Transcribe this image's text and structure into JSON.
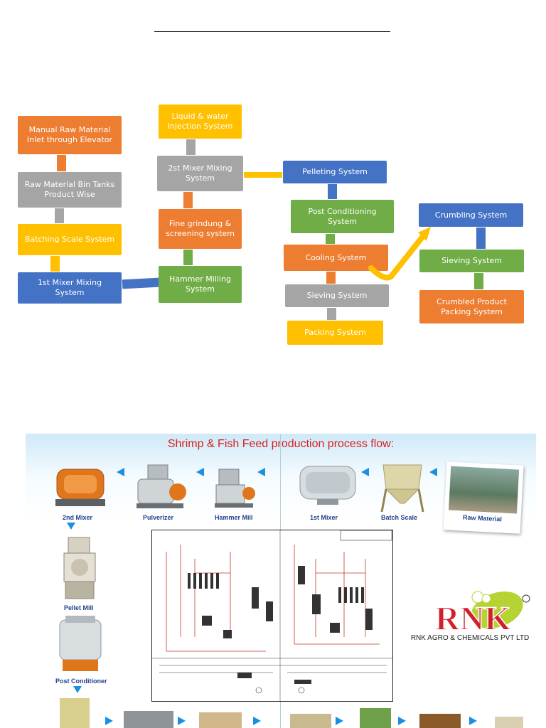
{
  "flow": {
    "manual_raw": "Manual Raw Material Inlet through Elevator",
    "raw_bin": "Raw Material Bin Tanks Product Wise",
    "batching": "Batching Scale System",
    "mixer1": "1st Mixer Mixing System",
    "liquid": "Liquid & water Injection System",
    "mixer2": "2st Mixer Mixing System",
    "fine_grinding": "Fine grindung & screening system",
    "hammer": "Hammer Milling System",
    "pelleting": "Pelleting System",
    "post_cond": "Post Conditioning System",
    "cooling": "Cooling System",
    "sieving1": "Sieving System",
    "packing": "Packing System",
    "crumbling": "Crumbling System",
    "sieving2": "Sieving System",
    "crumbled_pack": "Crumbled Product Packing System"
  },
  "infographic": {
    "title": "Shrimp & Fish Feed production process flow:",
    "labels": {
      "mixer2": "2nd Mixer",
      "pulverizer": "Pulverizer",
      "hammer_mill": "Hammer Mill",
      "mixer1": "1st Mixer",
      "batch_scale": "Batch Scale",
      "raw_material": "Raw Material",
      "pellet_mill": "Pellet Mill",
      "post_conditioner": "Post Conditioner"
    },
    "company": "RNK AGRO & CHEMICALS PVT LTD",
    "logo_text": "RNK"
  },
  "colors": {
    "orange": "#ed7d31",
    "gray": "#a5a5a5",
    "yellow": "#ffc000",
    "blue": "#4472c4",
    "green": "#70ad47",
    "arrow": "#1d8fe0",
    "title_red": "#d62020"
  }
}
